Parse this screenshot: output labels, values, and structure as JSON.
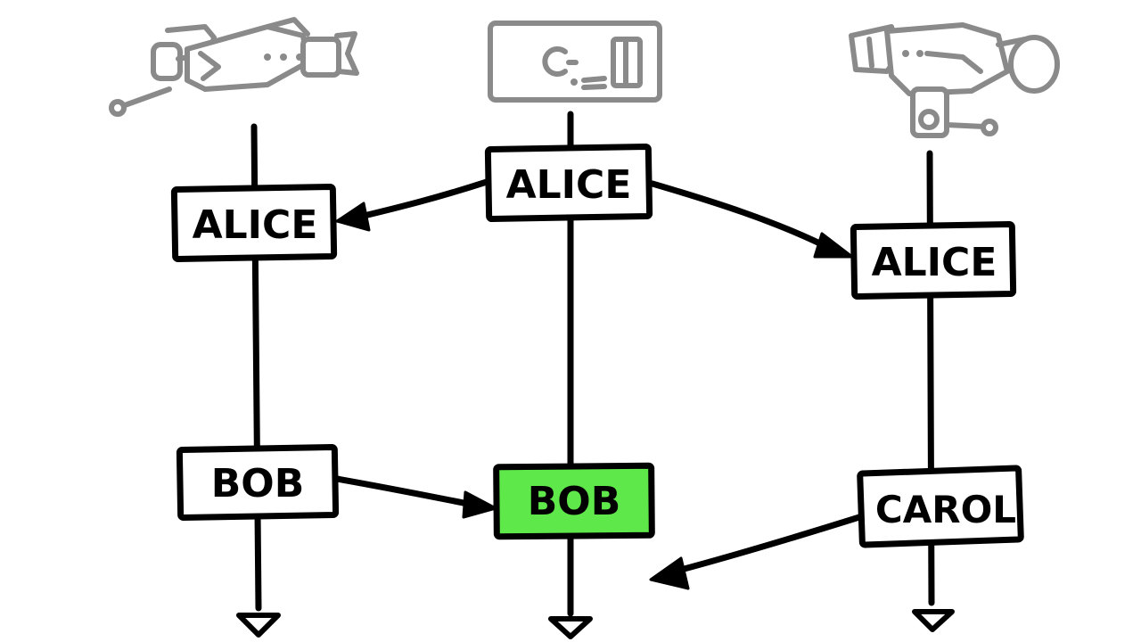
{
  "nodes": {
    "left_top": "ALICE",
    "center_top": "ALICE",
    "right_top": "ALICE",
    "left_bottom": "BOB",
    "center_bottom": "BOB",
    "right_bottom": "CAROL"
  },
  "lanes": {
    "left": {
      "icon": "satellite-icon"
    },
    "center": {
      "icon": "server-icon"
    },
    "right": {
      "icon": "satellite-icon"
    }
  },
  "colors": {
    "highlight": "#5ee84a",
    "ink": "#000000",
    "sketch": "#8a8a8a"
  }
}
